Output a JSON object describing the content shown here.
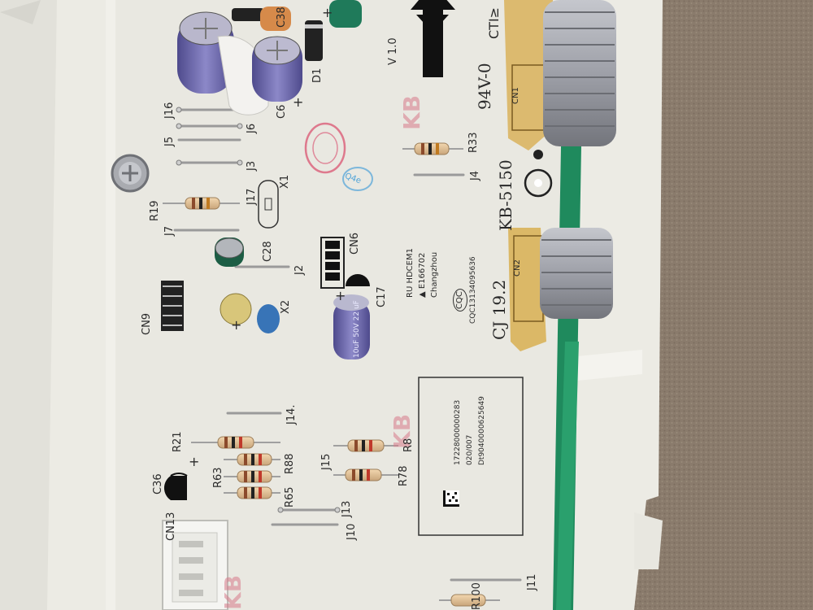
{
  "silkscreen": {
    "board_model": "KB-5150",
    "flame_rating": "94V-0",
    "board_revision": "CJ 19.2",
    "version": "V 1.0",
    "cti": "CTI≥",
    "cqc_logo": "CQC",
    "cqc_number": "CQC13134095636",
    "ul_mark": "RU HDCEM1",
    "ul_file": "▲ E166702",
    "ul_city": "Changzhou",
    "label_line_1": "Dt9040000625649",
    "label_line_2": "020/007",
    "label_line_3": "17228000000283",
    "ref_R19": "R19",
    "ref_R21": "R21",
    "ref_R33": "R33",
    "ref_R63": "R63",
    "ref_R65": "R65",
    "ref_R78": "R78",
    "ref_R8": "R8",
    "ref_R88": "R88",
    "ref_R100": "R100",
    "ref_J2": "J2",
    "ref_J3": "J3",
    "ref_J4": "J4",
    "ref_J5": "J5",
    "ref_J6": "J6",
    "ref_J7": "J7",
    "ref_J10": "J10",
    "ref_J11": "J11",
    "ref_J13": "J13",
    "ref_J14": "J14.",
    "ref_J15": "J15",
    "ref_J16": "J16",
    "ref_J17": "J17",
    "ref_C6": "C6",
    "ref_C17": "C17",
    "ref_C28": "C28",
    "ref_C36": "C36",
    "ref_C38": "C38",
    "ref_D1": "D1",
    "ref_X1": "X1",
    "ref_X2": "X2",
    "ref_CN1": "CN1",
    "ref_CN2": "CN2",
    "ref_CN6": "CN6",
    "ref_CN9": "CN9",
    "ref_CN13": "CN13",
    "plus_sign": "+",
    "stamp_kb": "KB",
    "stamp_qa": "Q4e"
  },
  "capacitor_print": {
    "c17_rating": "10uF 50V 22 uF"
  },
  "colors": {
    "carpet": "#8a7b6c",
    "housing": "#ecebe4",
    "pcb": "#e9e8e1",
    "silkscreen": "#2a2a2a",
    "capacitor_blue": "#6d6aa8",
    "wire_grey": "#9c9ea6",
    "conformal_coat": "#d9b25a",
    "pcb_edge_green": "#1f8a5d"
  }
}
